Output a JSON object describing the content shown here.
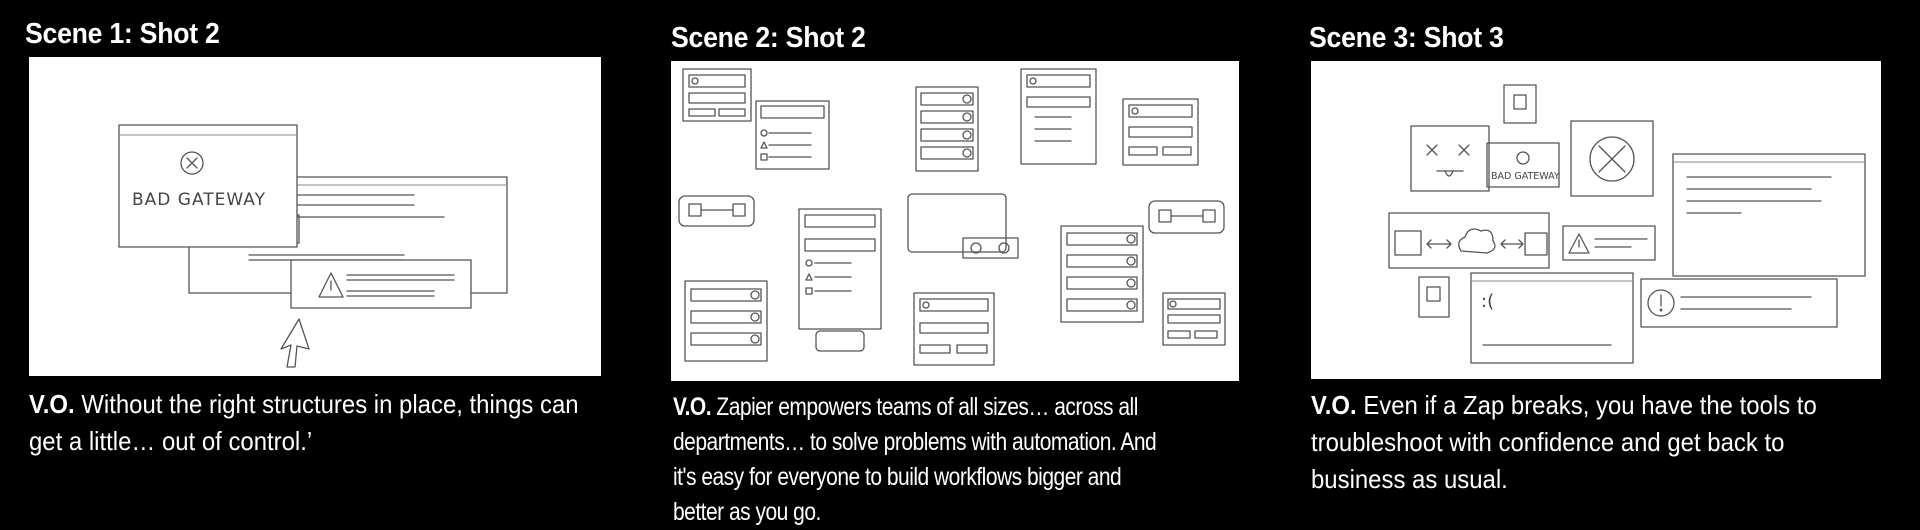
{
  "panels": [
    {
      "title": "Scene 1: Shot 2",
      "vo_label": "V.O.",
      "vo_text": "Without the right structures in place, things can get a little… out of control.’",
      "sketch_text": "BAD GATEWAY"
    },
    {
      "title": "Scene 2: Shot 2",
      "vo_label": "V.O.",
      "vo_text": "Zapier  empowers teams of all sizes… across all departments… to solve problems with automation. And it's easy for everyone to build workflows bigger and better as you go."
    },
    {
      "title": "Scene 3: Shot 3",
      "vo_label": "V.O.",
      "vo_text": "Even if a Zap breaks, you have the tools to troubleshoot with confidence and get back to business as usual.",
      "sketch_text": "BAD GATEWAY"
    }
  ],
  "icons": [
    "error-x-icon",
    "warning-icon",
    "cursor-arrow-icon",
    "exclamation-icon",
    "cloud-icon",
    "dead-face-icon",
    "document-icon"
  ],
  "colors": {
    "background": "#000000",
    "sketch_bg": "#ffffff",
    "pencil": "#555555"
  }
}
